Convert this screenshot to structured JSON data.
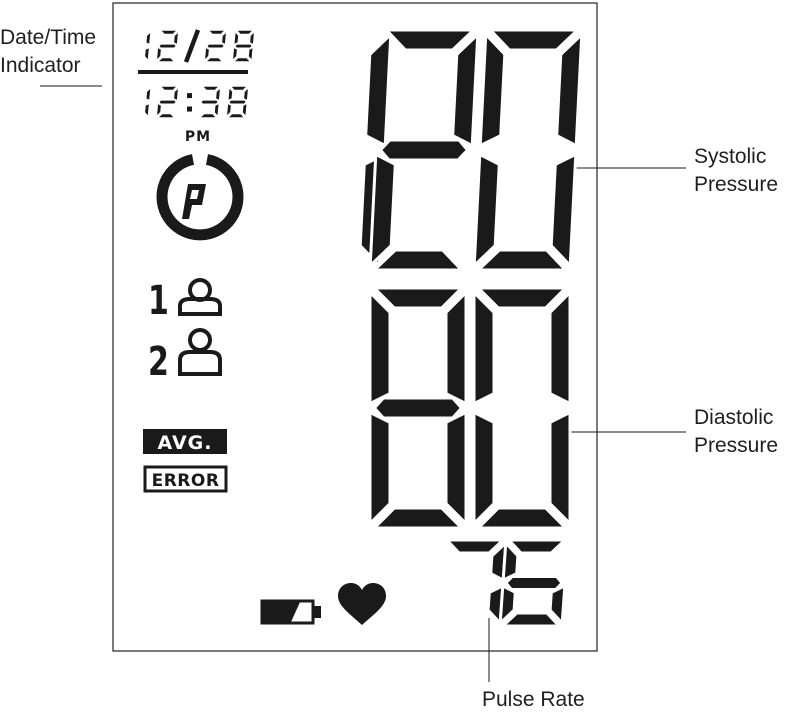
{
  "callouts": {
    "date_time_line1": "Date/Time",
    "date_time_line2": "Indicator",
    "systolic_line1": "Systolic",
    "systolic_line2": "Pressure",
    "diastolic_line1": "Diastolic",
    "diastolic_line2": "Pressure",
    "pulse": "Pulse Rate"
  },
  "display": {
    "date": "12/28",
    "time": "12:38",
    "meridiem": "PM",
    "systolic": "120",
    "diastolic": "80",
    "pulse": "76",
    "user1": "1",
    "user2": "2",
    "avg_badge": "AVG.",
    "error_badge": "ERROR"
  },
  "colors": {
    "segment": "#1a1a1a",
    "background": "#ffffff",
    "frame": "#333333"
  },
  "icons": [
    "progress-ring-icon",
    "user-1-icon",
    "user-2-icon",
    "battery-icon",
    "heart-icon"
  ]
}
